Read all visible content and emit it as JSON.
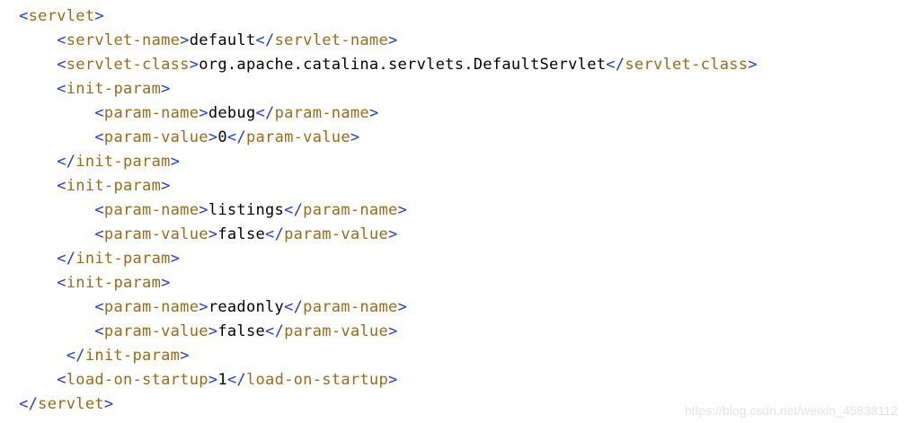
{
  "code_lines": [
    {
      "indent": "  ",
      "open_tag": "servlet",
      "text": "",
      "close_tag": ""
    },
    {
      "indent": "      ",
      "open_tag": "servlet-name",
      "text": "default",
      "close_tag": "servlet-name"
    },
    {
      "indent": "      ",
      "open_tag": "servlet-class",
      "text": "org.apache.catalina.servlets.DefaultServlet",
      "close_tag": "servlet-class"
    },
    {
      "indent": "      ",
      "open_tag": "init-param",
      "text": "",
      "close_tag": ""
    },
    {
      "indent": "          ",
      "open_tag": "param-name",
      "text": "debug",
      "close_tag": "param-name"
    },
    {
      "indent": "          ",
      "open_tag": "param-value",
      "text": "0",
      "close_tag": "param-value"
    },
    {
      "indent": "      ",
      "open_tag": "",
      "text": "",
      "close_tag": "init-param"
    },
    {
      "indent": "      ",
      "open_tag": "init-param",
      "text": "",
      "close_tag": ""
    },
    {
      "indent": "          ",
      "open_tag": "param-name",
      "text": "listings",
      "close_tag": "param-name"
    },
    {
      "indent": "          ",
      "open_tag": "param-value",
      "text": "false",
      "close_tag": "param-value"
    },
    {
      "indent": "      ",
      "open_tag": "",
      "text": "",
      "close_tag": "init-param"
    },
    {
      "indent": "      ",
      "open_tag": "init-param",
      "text": "",
      "close_tag": ""
    },
    {
      "indent": "          ",
      "open_tag": "param-name",
      "text": "readonly",
      "close_tag": "param-name"
    },
    {
      "indent": "          ",
      "open_tag": "param-value",
      "text": "false",
      "close_tag": "param-value"
    },
    {
      "indent": "       ",
      "open_tag": "",
      "text": "",
      "close_tag": "init-param"
    },
    {
      "indent": "      ",
      "open_tag": "load-on-startup",
      "text": "1",
      "close_tag": "load-on-startup"
    },
    {
      "indent": "  ",
      "open_tag": "",
      "text": "",
      "close_tag": "servlet"
    }
  ],
  "watermark": "https://blog.csdn.net/weixin_45838112",
  "colors": {
    "tag_bracket": "#1d3bd4",
    "tag_name": "#9c6a16",
    "text": "#000000",
    "background": "#ffffff",
    "watermark": "#e3e3e3"
  }
}
